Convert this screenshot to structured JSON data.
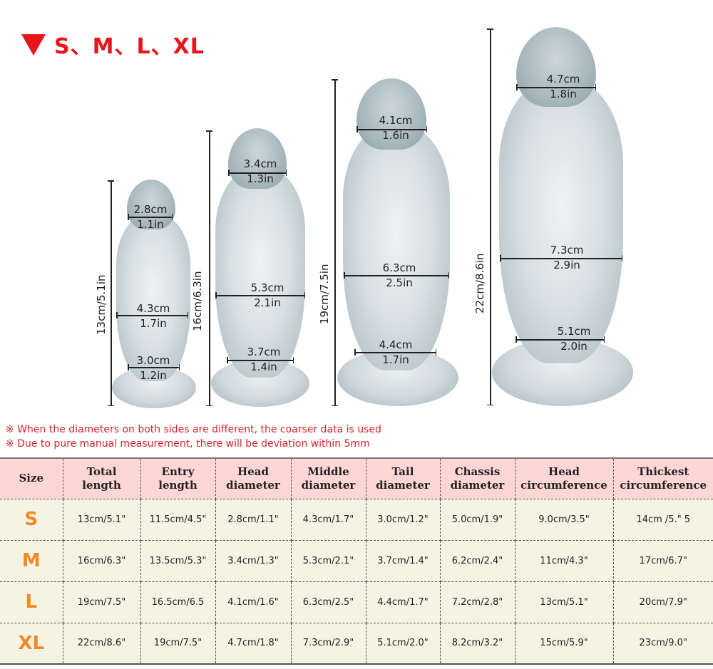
{
  "header": {
    "title": "S、M、L、XL",
    "marker_icon": "red-down-triangle",
    "accent_color": "#e8161c"
  },
  "products": [
    {
      "size": "S",
      "total_length": "13cm/5.1in",
      "head": {
        "cm": "2.8cm",
        "in": "1.1in"
      },
      "middle": {
        "cm": "4.3cm",
        "in": "1.7in"
      },
      "tail": {
        "cm": "3.0cm",
        "in": "1.2in"
      }
    },
    {
      "size": "M",
      "total_length": "16cm/6.3in",
      "head": {
        "cm": "3.4cm",
        "in": "1.3in"
      },
      "middle": {
        "cm": "5.3cm",
        "in": "2.1in"
      },
      "tail": {
        "cm": "3.7cm",
        "in": "1.4in"
      }
    },
    {
      "size": "L",
      "total_length": "19cm/7.5in",
      "head": {
        "cm": "4.1cm",
        "in": "1.6in"
      },
      "middle": {
        "cm": "6.3cm",
        "in": "2.5in"
      },
      "tail": {
        "cm": "4.4cm",
        "in": "1.7in"
      }
    },
    {
      "size": "XL",
      "total_length": "22cm/8.6in",
      "head": {
        "cm": "4.7cm",
        "in": "1.8in"
      },
      "middle": {
        "cm": "7.3cm",
        "in": "2.9in"
      },
      "tail": {
        "cm": "5.1cm",
        "in": "2.0in"
      }
    }
  ],
  "notes": [
    "※ When the diameters on both sides are different, the coarser data is used",
    "※ Due to pure manual measurement, there will be deviation within 5mm"
  ],
  "table": {
    "headers": [
      [
        "Size"
      ],
      [
        "Total",
        "length"
      ],
      [
        "Entry",
        "length"
      ],
      [
        "Head",
        "diameter"
      ],
      [
        "Middle",
        "diameter"
      ],
      [
        "Tail",
        "diameter"
      ],
      [
        "Chassis",
        "diameter"
      ],
      [
        "Head",
        "circumference"
      ],
      [
        "Thickest",
        "circumference"
      ]
    ],
    "rows": [
      [
        "S",
        "13cm/5.1\"",
        "11.5cm/4.5\"",
        "2.8cm/1.1\"",
        "4.3cm/1.7\"",
        "3.0cm/1.2\"",
        "5.0cm/1.9\"",
        "9.0cm/3.5\"",
        "14cm /5.\" 5"
      ],
      [
        "M",
        "16cm/6.3\"",
        "13.5cm/5.3\"",
        "3.4cm/1.3\"",
        "5.3cm/2.1\"",
        "3.7cm/1.4\"",
        "6.2cm/2.4\"",
        "11cm/4.3\"",
        "17cm/6.7\""
      ],
      [
        "L",
        "19cm/7.5\"",
        "16.5cm/6.5",
        "4.1cm/1.6\"",
        "6.3cm/2.5\"",
        "4.4cm/1.7\"",
        "7.2cm/2.8\"",
        "13cm/5.1\"",
        "20cm/7.9\""
      ],
      [
        "XL",
        "22cm/8.6\"",
        "19cm/7.5\"",
        "4.7cm/1.8\"",
        "7.3cm/2.9\"",
        "5.1cm/2.0\"",
        "8.2cm/3.2\"",
        "15cm/5.9\"",
        "23cm/9.0\""
      ]
    ],
    "colors": {
      "header_bg": "#fdd6d5",
      "row_bg": "#f5f3e4",
      "size_label": "#f08a24"
    }
  }
}
